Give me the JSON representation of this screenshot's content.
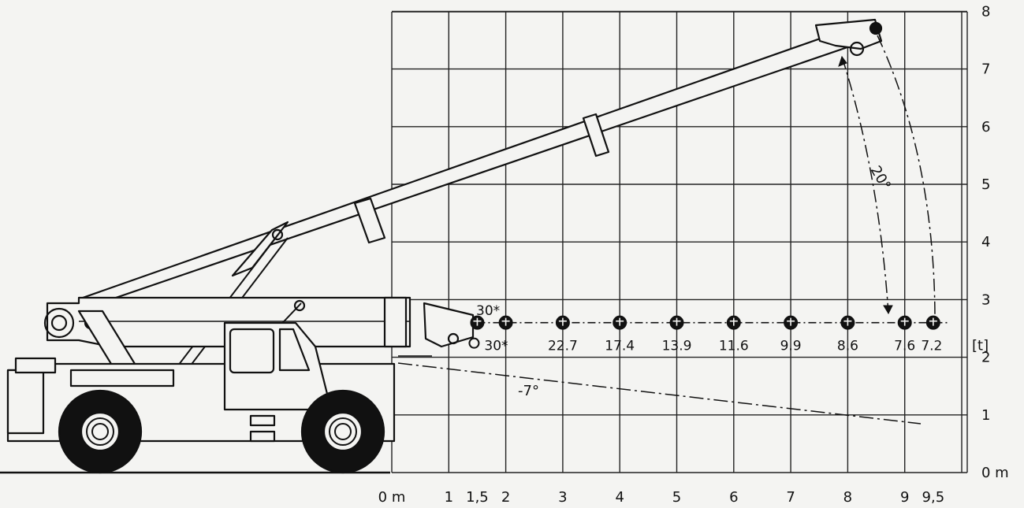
{
  "x_axis": {
    "ticks": [
      {
        "value": 0,
        "label": "0 m"
      },
      {
        "value": 1,
        "label": "1"
      },
      {
        "value": 1.5,
        "label": "1,5"
      },
      {
        "value": 2,
        "label": "2"
      },
      {
        "value": 3,
        "label": "3"
      },
      {
        "value": 4,
        "label": "4"
      },
      {
        "value": 5,
        "label": "5"
      },
      {
        "value": 6,
        "label": "6"
      },
      {
        "value": 7,
        "label": "7"
      },
      {
        "value": 8,
        "label": "8"
      },
      {
        "value": 9,
        "label": "9"
      },
      {
        "value": 9.5,
        "label": "9,5"
      }
    ]
  },
  "y_axis": {
    "ticks": [
      {
        "value": 0,
        "label": "0 m"
      },
      {
        "value": 1,
        "label": "1"
      },
      {
        "value": 2,
        "label": "2"
      },
      {
        "value": 3,
        "label": "3"
      },
      {
        "value": 4,
        "label": "4"
      },
      {
        "value": 5,
        "label": "5"
      },
      {
        "value": 6,
        "label": "6"
      },
      {
        "value": 7,
        "label": "7"
      },
      {
        "value": 8,
        "label": "8"
      }
    ]
  },
  "hook_height_m": 2.6,
  "load_unit": "[t]",
  "load_points": [
    {
      "radius_m": 1.5,
      "load": "30*"
    },
    {
      "radius_m": 2,
      "load": ""
    },
    {
      "radius_m": 3,
      "load": "22.7"
    },
    {
      "radius_m": 4,
      "load": "17.4"
    },
    {
      "radius_m": 5,
      "load": "13.9"
    },
    {
      "radius_m": 6,
      "load": "11.6"
    },
    {
      "radius_m": 7,
      "load": "9.9"
    },
    {
      "radius_m": 8,
      "load": "8.6"
    },
    {
      "radius_m": 9,
      "load": "7.6"
    },
    {
      "radius_m": 9.5,
      "load": "7.2"
    }
  ],
  "top_load_label": "30*",
  "angles": {
    "max_elevation": "20°",
    "min_depression": "-7°"
  }
}
